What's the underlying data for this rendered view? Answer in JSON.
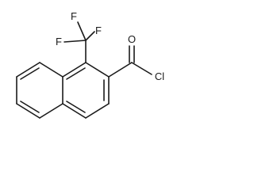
{
  "molecule": {
    "labels": {
      "f_top_left": "F",
      "f_top_right": "F",
      "f_left": "F",
      "oxygen": "O",
      "chlorine": "Cl"
    }
  }
}
